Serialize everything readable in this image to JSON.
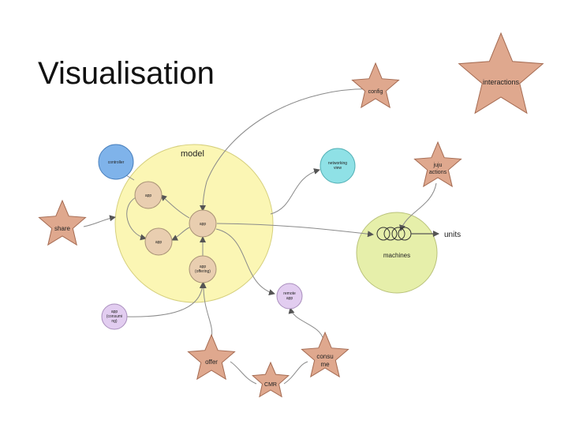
{
  "title": "Visualisation",
  "colors": {
    "model_fill": "#fbf6b4",
    "model_stroke": "#d6d07e",
    "machines_fill": "#e6efaa",
    "machines_stroke": "#b9c27a",
    "app_fill": "#e9ceb0",
    "app_stroke": "#a89276",
    "controller_fill": "#7fb3ea",
    "controller_stroke": "#4a80bd",
    "networking_fill": "#8fe1e6",
    "networking_stroke": "#54b1b6",
    "remote_fill": "#e2cdf0",
    "remote_stroke": "#a98ebd",
    "star_fill": "#dfa88e",
    "star_stroke": "#a56b52"
  },
  "nodes": {
    "model": "model",
    "machines": "machines",
    "controller": "controller",
    "networking_view": [
      "networking",
      "view"
    ],
    "app_top": "app",
    "app_middle": "app",
    "app_center": "app",
    "app_offering": [
      "app",
      "(offering)"
    ],
    "remote_app": [
      "remote",
      "app"
    ],
    "app_consuming": [
      "app",
      "(consumi",
      "ng)"
    ],
    "units": "units"
  },
  "stars": {
    "interactions": "interactions",
    "config": "config",
    "juju_actions": [
      "juju",
      "actions"
    ],
    "share": "share",
    "offer": "offer",
    "cmr": "CMR",
    "consume": [
      "consu",
      "me"
    ]
  }
}
